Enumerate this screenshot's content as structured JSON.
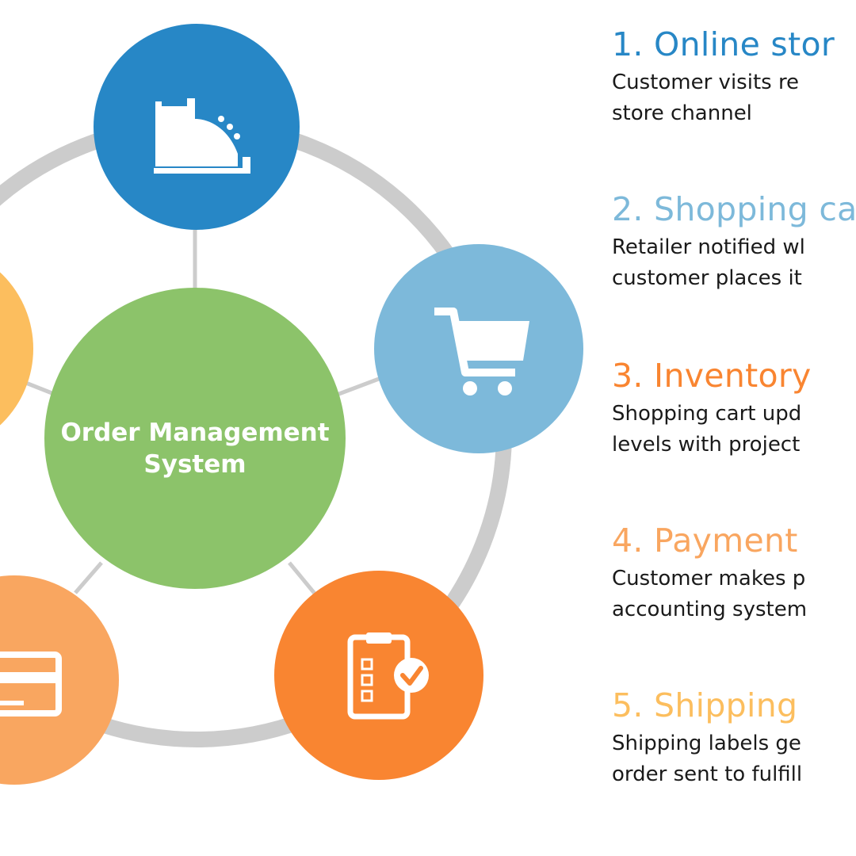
{
  "center": {
    "line1": "Order Management",
    "line2": "System",
    "color": "#8CC36A"
  },
  "ring_color": "#CCCCCC",
  "nodes": [
    {
      "icon": "cash-register-icon",
      "color": "#2787C6"
    },
    {
      "icon": "shopping-cart-icon",
      "color": "#7DB9DA"
    },
    {
      "icon": "checklist-icon",
      "color": "#F98531"
    },
    {
      "icon": "credit-card-icon",
      "color": "#F9A660"
    },
    {
      "icon": "partial-node",
      "color": "#FCBE5E"
    }
  ],
  "steps": [
    {
      "title": "1. Online stor",
      "desc1": "Customer visits re",
      "desc2": "store channel",
      "color": "#2787C6"
    },
    {
      "title": "2. Shopping ca",
      "desc1": "Retailer notified wl",
      "desc2": "customer places it",
      "color": "#7DB9DA"
    },
    {
      "title": "3. Inventory",
      "desc1": "Shopping cart upd",
      "desc2": "levels with project",
      "color": "#F98531"
    },
    {
      "title": "4. Payment",
      "desc1": "Customer makes p",
      "desc2": "accounting system",
      "color": "#F9A660"
    },
    {
      "title": "5. Shipping",
      "desc1": "Shipping labels ge",
      "desc2": "order sent to fulfill",
      "color": "#FCBE5E"
    }
  ]
}
